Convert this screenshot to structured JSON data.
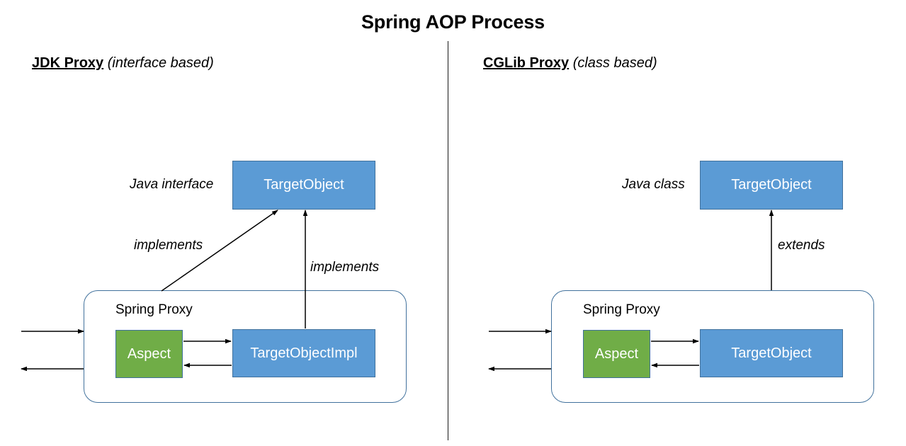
{
  "title": "Spring AOP Process",
  "sections": [
    {
      "id": "jdk",
      "name_strong": "JDK Proxy",
      "name_note": " (interface based)",
      "top_label": "Java interface",
      "top_box": "TargetObject",
      "proxy_label": "Spring Proxy",
      "aspect_box": "Aspect",
      "impl_box": "TargetObjectImpl",
      "relation_diagonal": "implements",
      "relation_vertical": "implements"
    },
    {
      "id": "cglib",
      "name_strong": "CGLib Proxy",
      "name_note": " (class based)",
      "top_label": "Java class",
      "top_box": "TargetObject",
      "proxy_label": "Spring Proxy",
      "aspect_box": "Aspect",
      "impl_box": "TargetObject",
      "relation_vertical": "extends"
    }
  ],
  "colors": {
    "blue_fill": "#5B9BD5",
    "green_fill": "#70AD47",
    "box_border": "#41719C",
    "arrow": "#000000",
    "divider": "#1a1a1a",
    "background": "#ffffff"
  }
}
